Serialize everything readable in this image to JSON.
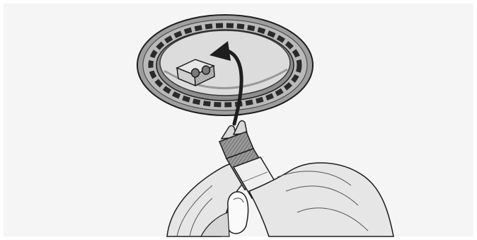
{
  "illustration": {
    "subject": "plug-inserted-into-round-base-socket",
    "icons": [
      "round-base",
      "socket",
      "insertion-arrow",
      "plug",
      "hand"
    ],
    "colors": {
      "background": "#f5f5f5",
      "outline": "#1e1e1e",
      "base_ring": "#a8a8a8",
      "base_inner": "#dcdcdc",
      "plug_body": "#9c9c9c",
      "hand": "#e6e6e6"
    }
  }
}
